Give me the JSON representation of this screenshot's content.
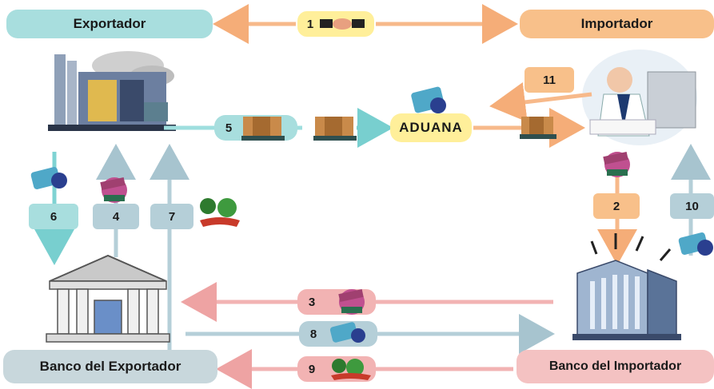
{
  "parties": {
    "exporter": "Exportador",
    "importer": "Importador",
    "exporter_bank": "Banco del Exportador",
    "importer_bank": "Banco del Importador",
    "customs": "ADUANA"
  },
  "steps": {
    "s1": "1",
    "s2": "2",
    "s3": "3",
    "s4": "4",
    "s5": "5",
    "s6": "6",
    "s7": "7",
    "s8": "8",
    "s9": "9",
    "s10": "10",
    "s11": "11"
  },
  "colors": {
    "exporter_side": "#a8dede",
    "importer_side": "#f8c08a",
    "blue_arrow": "#b5cfd8",
    "orange_arrow": "#f7b98a",
    "pink_arrow": "#f2b3b3",
    "teal_arrow": "#7fd3d3",
    "yellow": "#ffef9a"
  },
  "icons": [
    "factory-icon",
    "handshake-icon",
    "businessman-icon",
    "crate-icon",
    "card-icon",
    "person-icon",
    "money-icon",
    "bank-icon",
    "office-building-icon"
  ]
}
